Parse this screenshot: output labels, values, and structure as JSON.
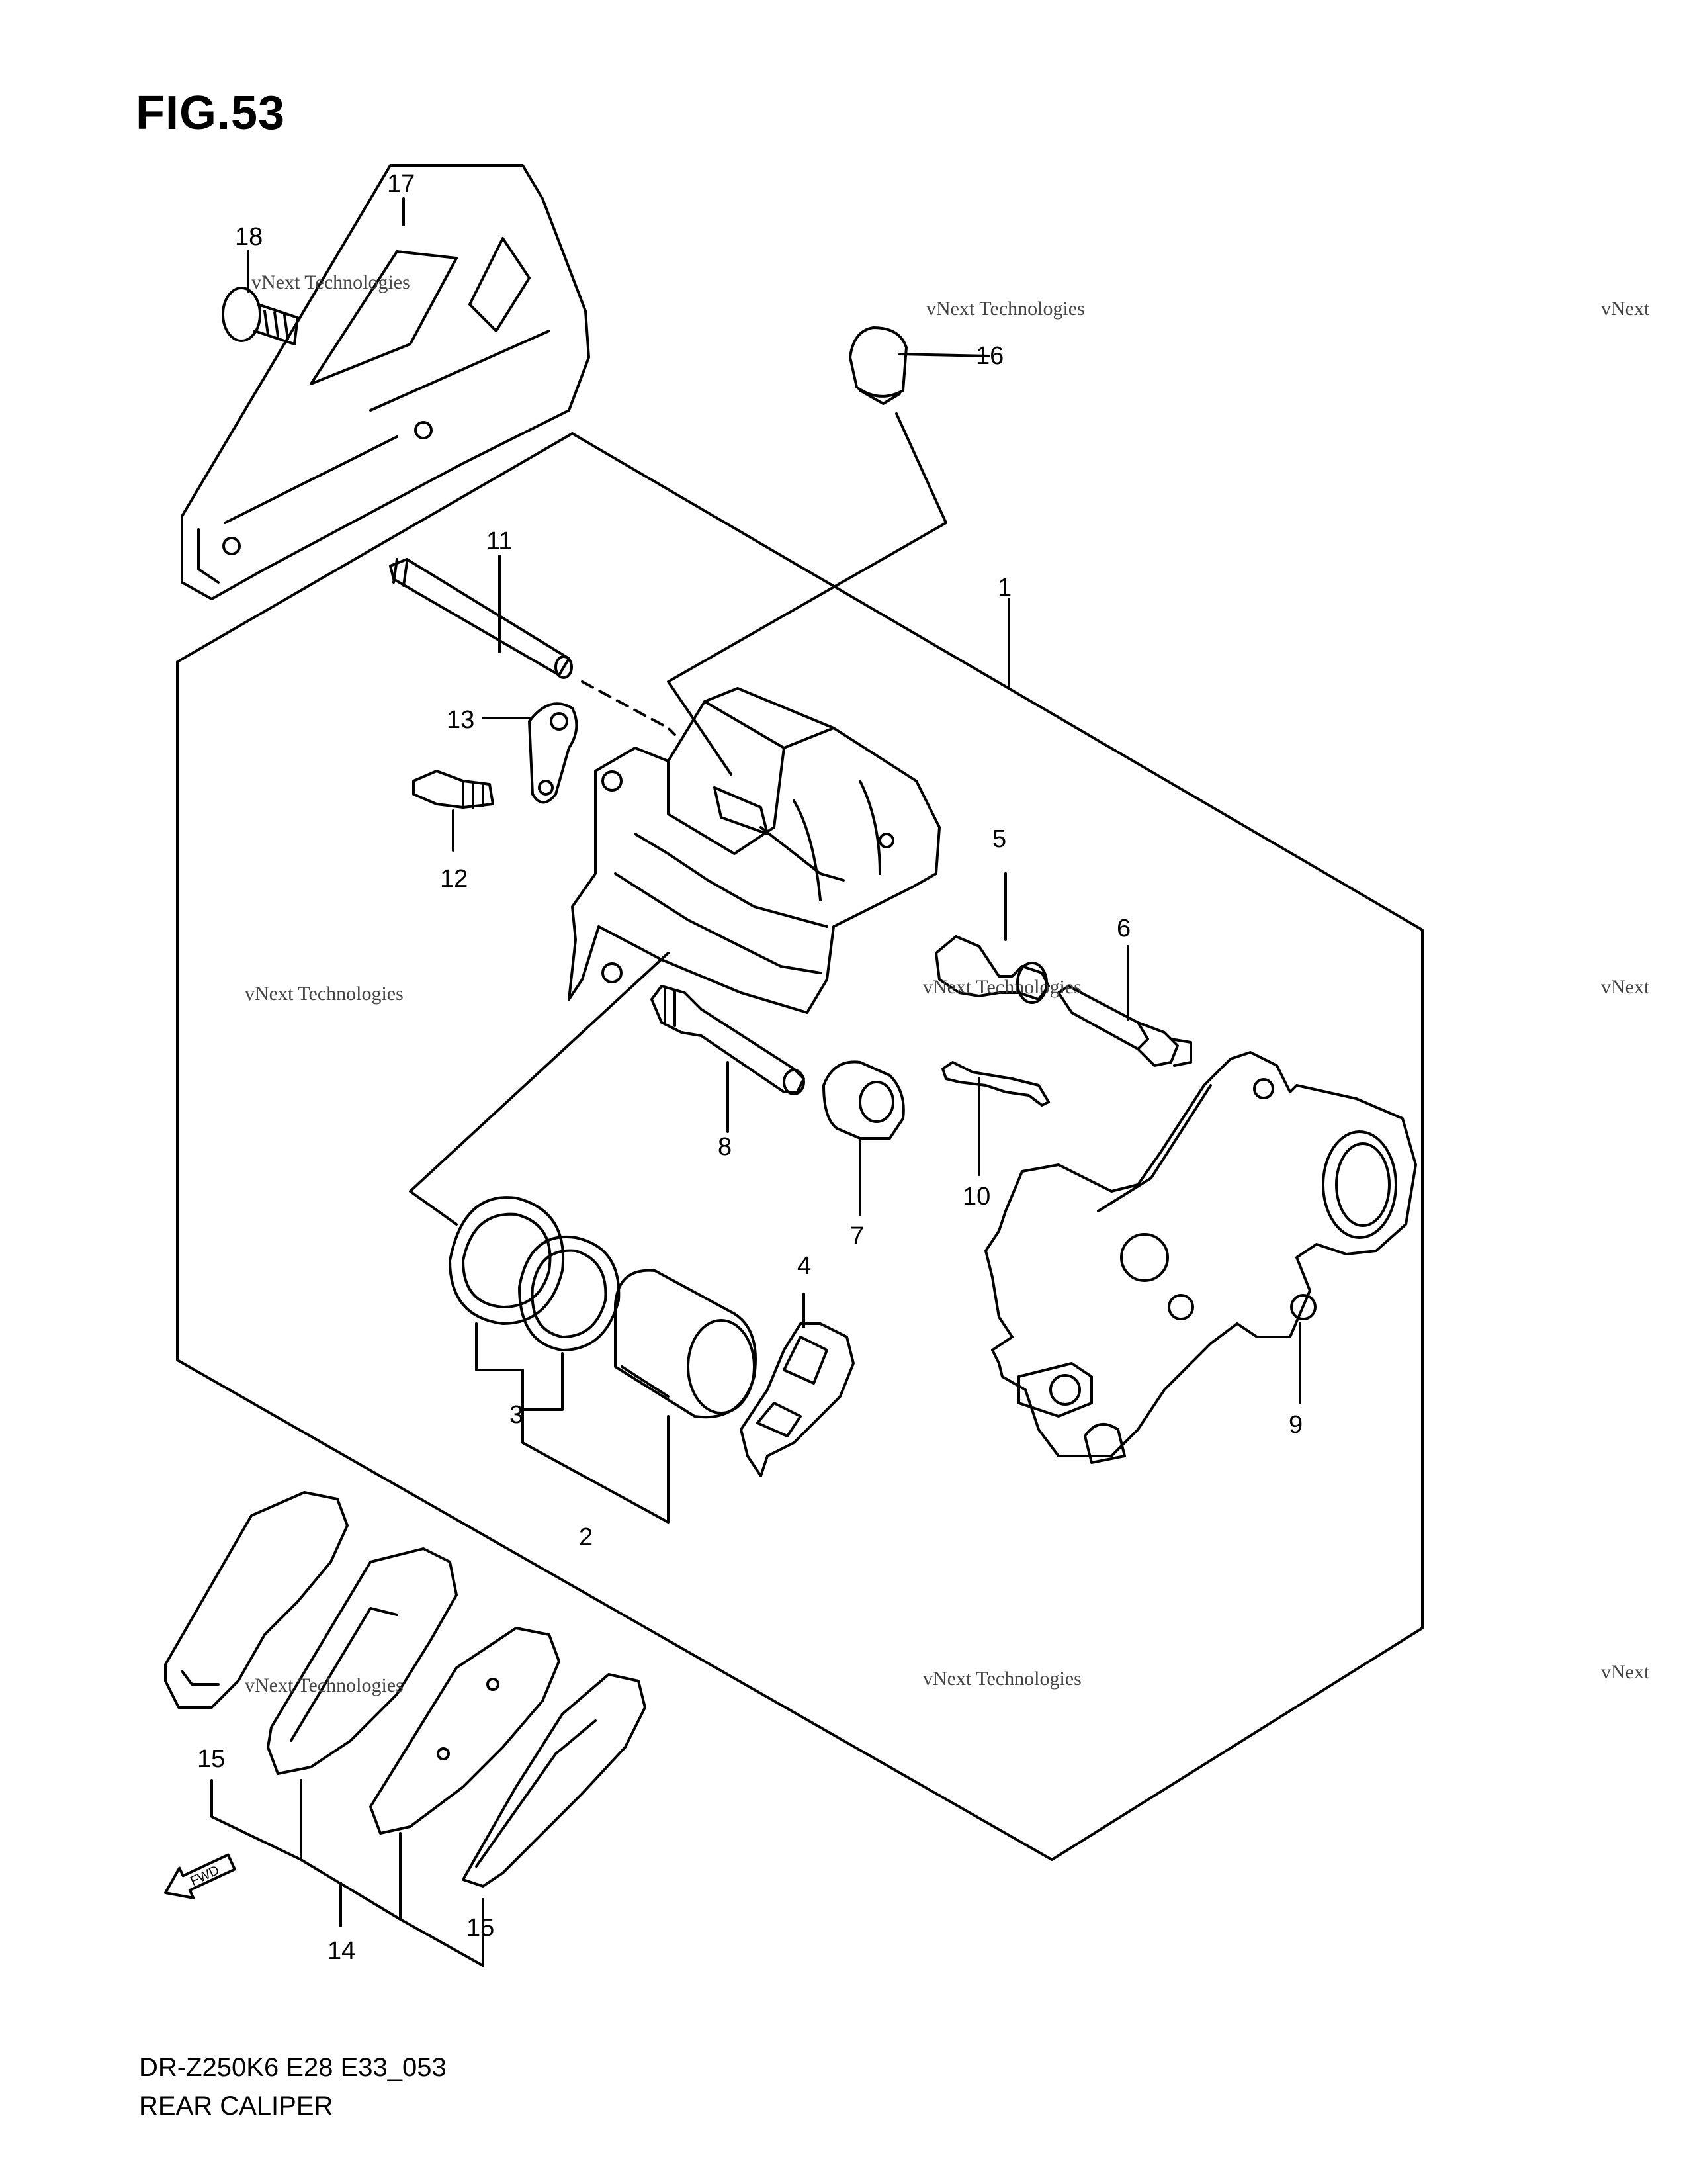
{
  "figure": {
    "title": "FIG.53"
  },
  "caption": {
    "line1": "DR-Z250K6 E28 E33_053",
    "line2": "REAR CALIPER"
  },
  "watermark": {
    "company": "vNext Technologies",
    "brand_top": "vNext",
    "brand_bottom": "Technologies"
  },
  "fwd_label": "FWD",
  "callouts": [
    "1",
    "2",
    "3",
    "4",
    "5",
    "6",
    "7",
    "8",
    "9",
    "10",
    "11",
    "12",
    "13",
    "14",
    "15",
    "15",
    "16",
    "17",
    "18"
  ]
}
